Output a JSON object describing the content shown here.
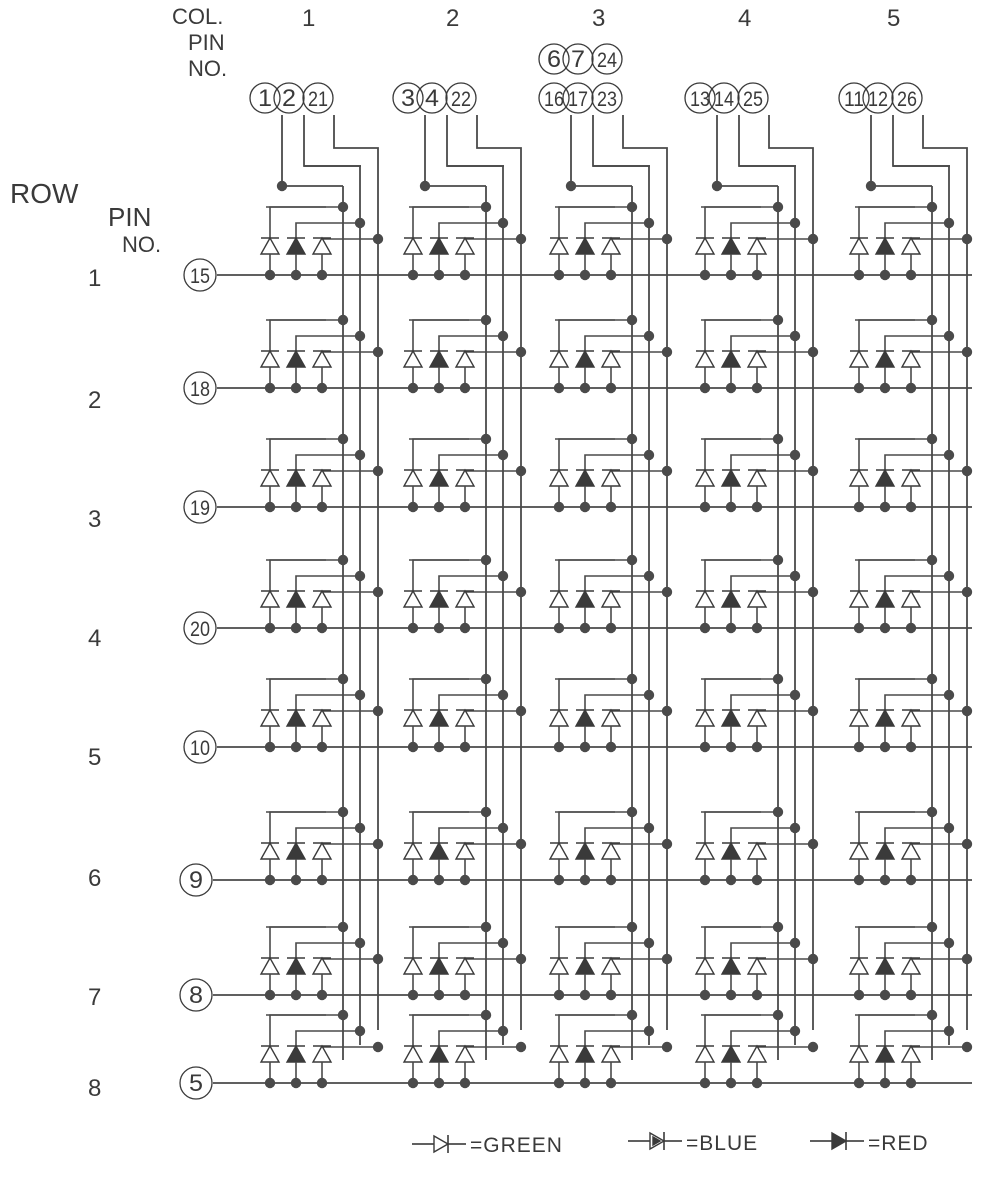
{
  "headers": {
    "col_pin_no": [
      "COL.",
      "PIN",
      "NO."
    ],
    "row": "ROW",
    "row_pin_no": [
      "PIN",
      "NO."
    ]
  },
  "columns": [
    {
      "number": "1",
      "pins": [
        "1",
        "2",
        "21"
      ],
      "extra_pins": []
    },
    {
      "number": "2",
      "pins": [
        "3",
        "4",
        "22"
      ],
      "extra_pins": []
    },
    {
      "number": "3",
      "pins": [
        "16",
        "17",
        "23"
      ],
      "extra_pins": [
        "6",
        "7",
        "24"
      ]
    },
    {
      "number": "4",
      "pins": [
        "13",
        "14",
        "25"
      ],
      "extra_pins": []
    },
    {
      "number": "5",
      "pins": [
        "11",
        "12",
        "26"
      ],
      "extra_pins": []
    }
  ],
  "rows": [
    {
      "number": "1",
      "pin": "15"
    },
    {
      "number": "2",
      "pin": "18"
    },
    {
      "number": "3",
      "pin": "19"
    },
    {
      "number": "4",
      "pin": "20"
    },
    {
      "number": "5",
      "pin": "10"
    },
    {
      "number": "6",
      "pin": "9"
    },
    {
      "number": "7",
      "pin": "8"
    },
    {
      "number": "8",
      "pin": "5"
    }
  ],
  "led_colors": [
    "GREEN",
    "BLUE",
    "RED"
  ],
  "legend": [
    {
      "symbol": "green-led-symbol",
      "label": "=GREEN"
    },
    {
      "symbol": "blue-led-symbol",
      "label": "=BLUE"
    },
    {
      "symbol": "red-led-symbol",
      "label": "=RED"
    }
  ]
}
